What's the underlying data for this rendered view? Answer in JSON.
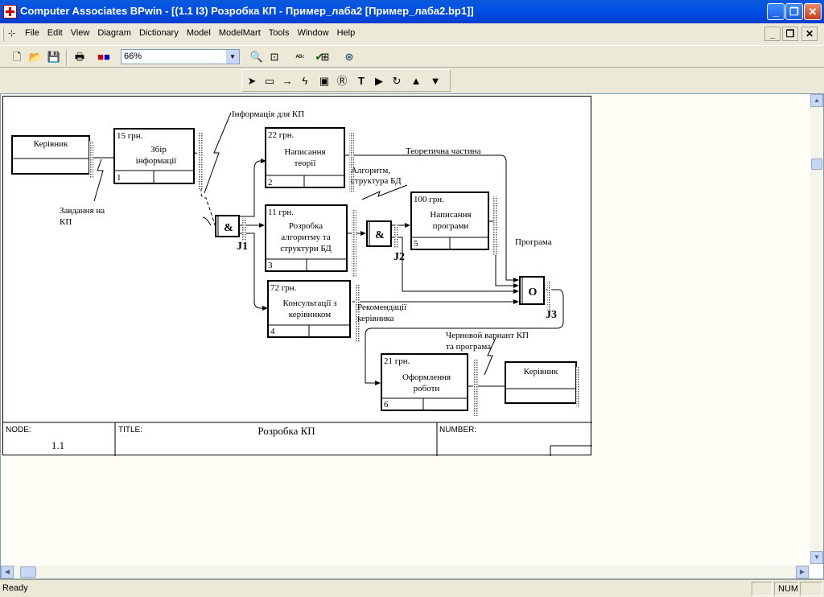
{
  "window": {
    "title": "Computer Associates BPwin - [(1.1 I3) Розробка КП - Пример_лаба2  [Пример_лаба2.bp1]]"
  },
  "menu": [
    "File",
    "Edit",
    "View",
    "Diagram",
    "Dictionary",
    "Model",
    "ModelMart",
    "Tools",
    "Window",
    "Help"
  ],
  "toolbar": {
    "zoom": "66%"
  },
  "diagram": {
    "boxes": [
      {
        "cost": "15 грн.",
        "l1": "Збір",
        "l2": "інформації",
        "num": "1"
      },
      {
        "cost": "22 грн.",
        "l1": "Написання",
        "l2": "теорії",
        "num": "2"
      },
      {
        "cost": "11 грн.",
        "l1": "Розробка",
        "l2": "алгоритму та",
        "l3": "структури БД",
        "num": "3"
      },
      {
        "cost": "72 грн.",
        "l1": "Консультації з",
        "l2": "керівником",
        "num": "4"
      },
      {
        "cost": "100 грн.",
        "l1": "Написання",
        "l2": "програми",
        "num": "5"
      },
      {
        "cost": "21 грн.",
        "l1": "Оформлення",
        "l2": "роботи",
        "num": "6"
      }
    ],
    "externals": [
      "Керівник",
      "Керівник"
    ],
    "junctions": [
      {
        "sym": "&",
        "id": "J1"
      },
      {
        "sym": "&",
        "id": "J2"
      },
      {
        "sym": "O",
        "id": "J3"
      }
    ],
    "arrow_labels": {
      "task": [
        "Завдання на",
        "КП"
      ],
      "info": "Інформація для КП",
      "theory": "Теоретична частина",
      "algo": [
        "Алгоритм,",
        "структура БД"
      ],
      "program": "Програма",
      "recom": [
        "Рекомендації",
        "керівника"
      ],
      "draft": [
        "Черновой вариант КП",
        "та програма"
      ]
    },
    "footer": {
      "node_label": "NODE:",
      "node_value": "1.1",
      "title_label": "TITLE:",
      "title_value": "Розробка КП",
      "number_label": "NUMBER:"
    }
  },
  "status": {
    "message": "Ready",
    "num": "NUM"
  }
}
